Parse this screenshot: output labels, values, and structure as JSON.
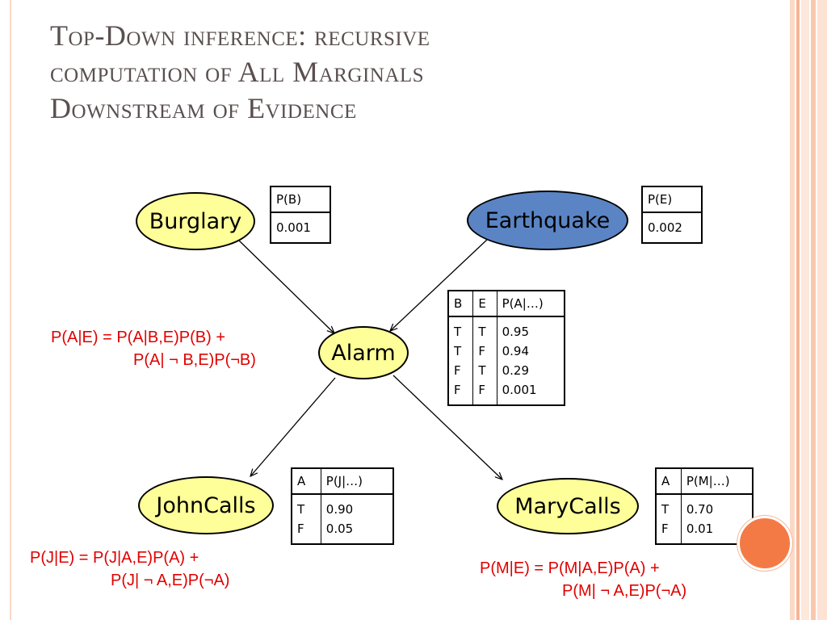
{
  "title": {
    "line1": "Top-Down inference: recursive",
    "line2": "computation of All Marginals",
    "line3": "Downstream of Evidence"
  },
  "nodes": {
    "burglary": "Burglary",
    "earthquake": "Earthquake",
    "alarm": "Alarm",
    "johncalls": "JohnCalls",
    "marycalls": "MaryCalls"
  },
  "cpt_b": {
    "header": "P(B)",
    "value": "0.001"
  },
  "cpt_e": {
    "header": "P(E)",
    "value": "0.002"
  },
  "cpt_a": {
    "headers": [
      "B",
      "E",
      "P(A|…)"
    ],
    "col_b": [
      "T",
      "T",
      "F",
      "F"
    ],
    "col_e": [
      "T",
      "F",
      "T",
      "F"
    ],
    "col_p": [
      "0.95",
      "0.94",
      "0.29",
      "0.001"
    ]
  },
  "cpt_j": {
    "headers": [
      "A",
      "P(J|…)"
    ],
    "col_a": [
      "T",
      "F"
    ],
    "col_p": [
      "0.90",
      "0.05"
    ]
  },
  "cpt_m": {
    "headers": [
      "A",
      "P(M|…)"
    ],
    "col_a": [
      "T",
      "F"
    ],
    "col_p": [
      "0.70",
      "0.01"
    ]
  },
  "formulas": {
    "alarm_line1": "P(A|E) = P(A|B,E)P(B) +",
    "alarm_line2": "P(A| ¬ B,E)P(¬B)",
    "john_line1": "P(J|E) = P(J|A,E)P(A) +",
    "john_line2": "P(J| ¬ A,E)P(¬A)",
    "mary_line1": "P(M|E) = P(M|A,E)P(A) +",
    "mary_line2": "P(M| ¬ A,E)P(¬A)"
  },
  "colors": {
    "node_yellow": "#ffff99",
    "node_blue": "#5b84c4",
    "formula_red": "#e00000",
    "title_gray": "#5a4f4f",
    "accent_orange": "#f47a45"
  }
}
